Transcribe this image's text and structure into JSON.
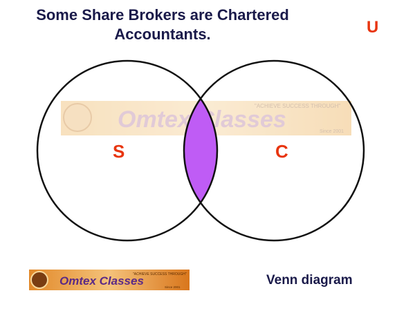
{
  "title": {
    "line1": "Some Share Brokers are Chartered",
    "line2": "Accountants."
  },
  "universe_label": "U",
  "sets": [
    {
      "label": "S"
    },
    {
      "label": "C"
    }
  ],
  "caption": "Venn diagram",
  "colors": {
    "intersection_fill": "#bf5cf5",
    "label_color": "#e8350f",
    "title_color": "#1a1a4a"
  },
  "watermark": {
    "brand": "Omtex Classes",
    "tagline": "\"ACHIEVE SUCCESS THROUGH\"",
    "since": "Since 2001"
  }
}
